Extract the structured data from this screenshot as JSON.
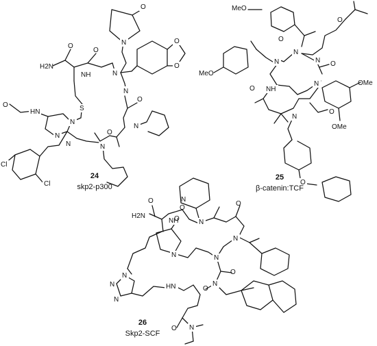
{
  "compounds": [
    {
      "number": "24",
      "caption": "skp2-p300",
      "atom_labels": [
        "O",
        "N",
        "H2N",
        "O",
        "NH",
        "O",
        "N",
        "O",
        "O",
        "S",
        "N",
        "N",
        "HN",
        "O",
        "N",
        "N",
        "N",
        "O",
        "Cl",
        "Cl",
        "N",
        "O"
      ]
    },
    {
      "number": "25",
      "caption": "β-catenin:TCF",
      "atom_labels": [
        "MeO",
        "O",
        "N",
        "O",
        "N",
        "MeO",
        "N",
        "O",
        "O",
        "NH",
        "N",
        "O",
        "N",
        "OMe",
        "OMe",
        "O"
      ]
    },
    {
      "number": "26",
      "caption": "Skp2-SCF",
      "atom_labels": [
        "O",
        "N",
        "H2N",
        "NH",
        "O",
        "N",
        "O",
        "N",
        "O",
        "N",
        "N",
        "N",
        "N",
        "O",
        "N",
        "HN",
        "O",
        "N",
        "O",
        "N"
      ]
    }
  ]
}
